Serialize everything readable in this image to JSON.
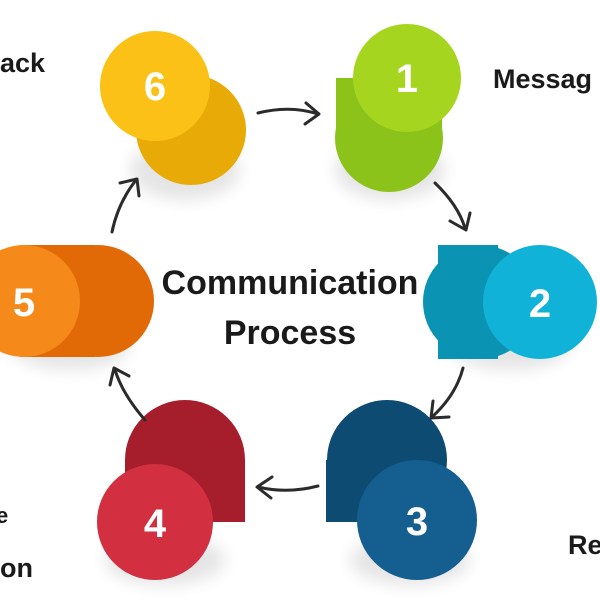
{
  "title": {
    "line1": "Communication",
    "line2": "Process"
  },
  "labels": {
    "message": "Messag",
    "feedback": "ack",
    "receiver": "Re",
    "step4_partial": "on",
    "step4_partial_top": "e"
  },
  "steps": [
    {
      "number": "1",
      "color": "#8cc31a",
      "face": "#a6d51f"
    },
    {
      "number": "2",
      "color": "#0a93b3",
      "face": "#10b2d7"
    },
    {
      "number": "3",
      "color": "#0e4b73",
      "face": "#145e90"
    },
    {
      "number": "4",
      "color": "#a61d2b",
      "face": "#d22f41"
    },
    {
      "number": "5",
      "color": "#e26a06",
      "face": "#f58a1a"
    },
    {
      "number": "6",
      "color": "#e8aa07",
      "face": "#fbc116"
    }
  ],
  "arrow_color": "#2b2b2b"
}
